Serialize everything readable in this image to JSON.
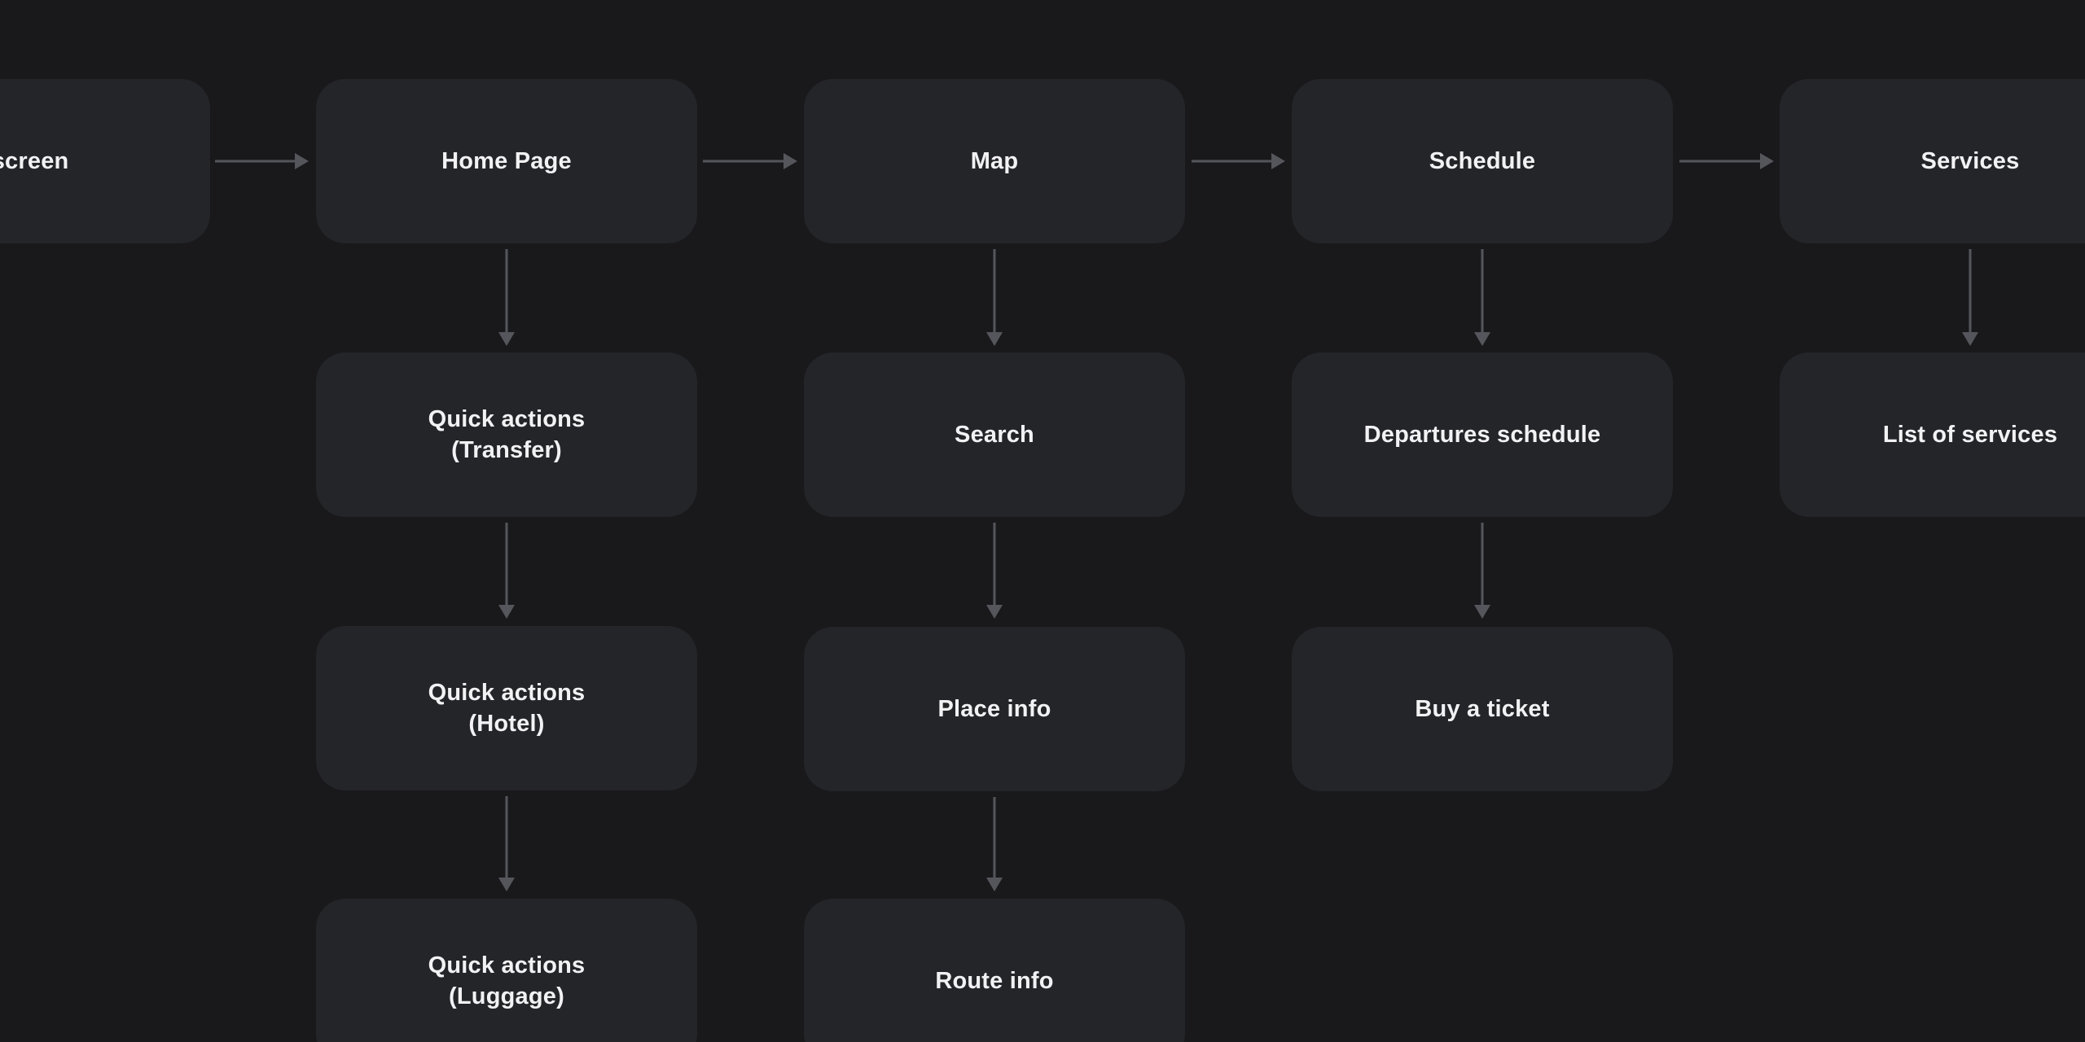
{
  "theme": {
    "background": "#19191c",
    "node_fill": "#242529",
    "text_color": "#f2f2f4",
    "arrow_color": "#55565c"
  },
  "diagram": {
    "type": "flowchart",
    "nodes": {
      "launch": {
        "label": "h screen"
      },
      "home": {
        "label": "Home Page"
      },
      "map": {
        "label": "Map"
      },
      "schedule": {
        "label": "Schedule"
      },
      "services": {
        "label": "Services"
      },
      "qa_transfer": {
        "label_line1": "Quick actions",
        "label_line2": "(Transfer)"
      },
      "qa_hotel": {
        "label_line1": "Quick actions",
        "label_line2": "(Hotel)"
      },
      "qa_luggage": {
        "label_line1": "Quick actions",
        "label_line2": "(Luggage)"
      },
      "search": {
        "label": "Search"
      },
      "place_info": {
        "label": "Place info"
      },
      "route_info": {
        "label": "Route info"
      },
      "departures": {
        "label": "Departures schedule"
      },
      "buy_ticket": {
        "label": "Buy a ticket"
      },
      "list_services": {
        "label": "List of services"
      }
    },
    "edges": [
      {
        "from": "launch",
        "to": "home"
      },
      {
        "from": "home",
        "to": "map"
      },
      {
        "from": "map",
        "to": "schedule"
      },
      {
        "from": "schedule",
        "to": "services"
      },
      {
        "from": "home",
        "to": "qa_transfer"
      },
      {
        "from": "qa_transfer",
        "to": "qa_hotel"
      },
      {
        "from": "qa_hotel",
        "to": "qa_luggage"
      },
      {
        "from": "map",
        "to": "search"
      },
      {
        "from": "search",
        "to": "place_info"
      },
      {
        "from": "place_info",
        "to": "route_info"
      },
      {
        "from": "schedule",
        "to": "departures"
      },
      {
        "from": "departures",
        "to": "buy_ticket"
      },
      {
        "from": "services",
        "to": "list_services"
      }
    ]
  }
}
